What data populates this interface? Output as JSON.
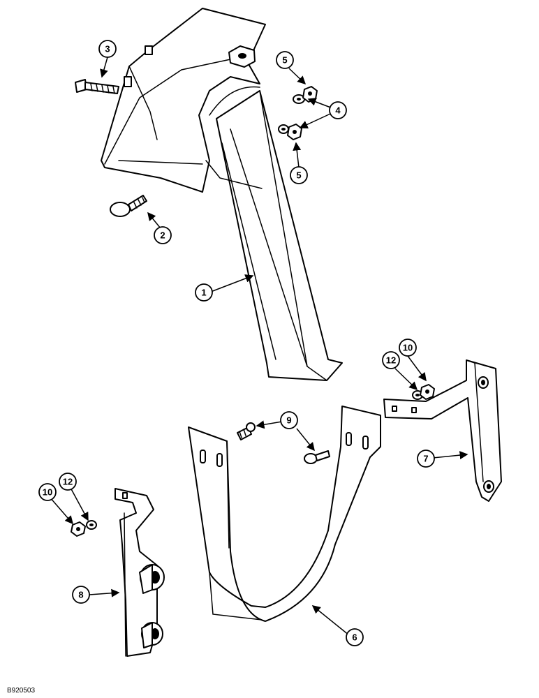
{
  "diagram": {
    "reference_code": "B920503",
    "callouts": [
      "1",
      "2",
      "3",
      "4",
      "5",
      "5",
      "6",
      "7",
      "8",
      "9",
      "10",
      "12",
      "10",
      "12"
    ]
  },
  "colors": {
    "line": "#000000",
    "background": "#ffffff"
  }
}
